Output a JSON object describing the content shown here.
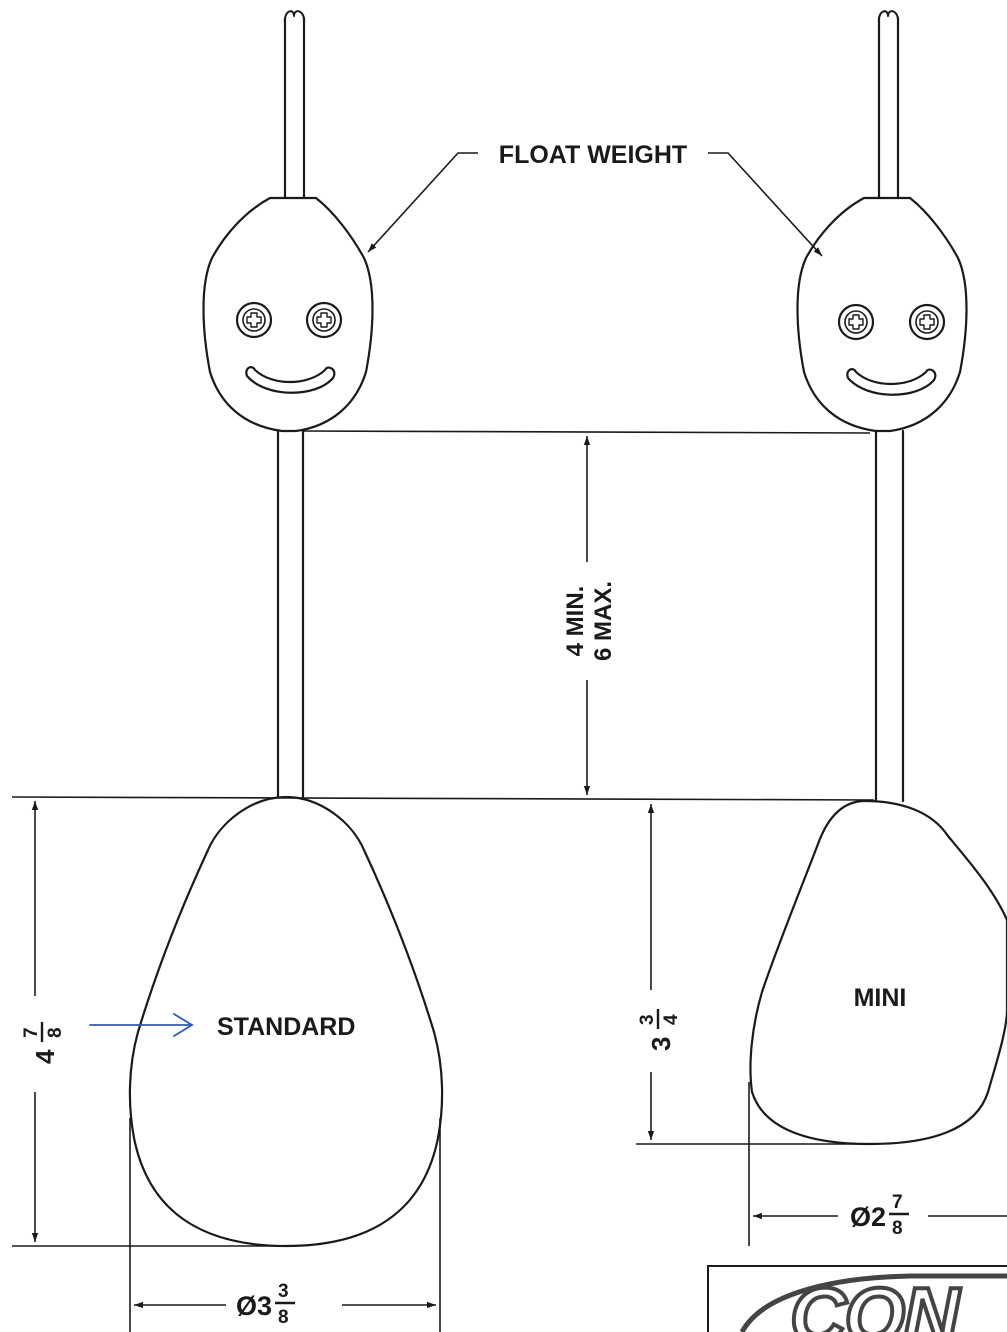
{
  "labels": {
    "float_weight": "FLOAT WEIGHT",
    "spacing_min": "4 MIN.",
    "spacing_max": "6 MAX.",
    "standard": "STANDARD",
    "mini": "MINI"
  },
  "dimensions": {
    "standard_height": {
      "whole": "4",
      "num": "7",
      "den": "8"
    },
    "mini_height": {
      "whole": "3",
      "num": "3",
      "den": "4"
    },
    "standard_diameter": {
      "prefix": "Ø",
      "whole": "3",
      "num": "3",
      "den": "8"
    },
    "mini_diameter": {
      "prefix": "Ø",
      "whole": "2",
      "num": "7",
      "den": "8"
    }
  },
  "logo_text": "CON",
  "colors": {
    "line": "#1a1a1a",
    "annotation_arrow": "#2a5cc4",
    "logo": "#444444"
  }
}
